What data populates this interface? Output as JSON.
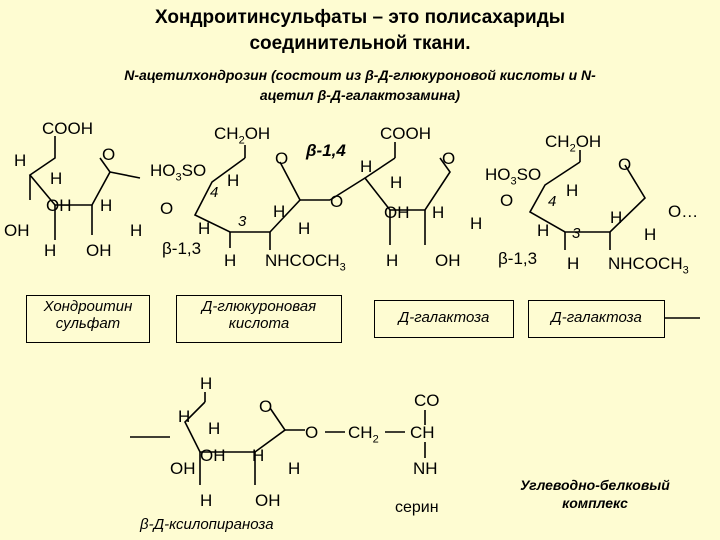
{
  "title_line1": "Хондроитинсульфаты – это полисахариды",
  "title_line2": "соединительной ткани.",
  "subtitle_line1": "N-ацетилхондрозин (состоит из β-Д-глюкуроновой кислоты и N-",
  "subtitle_line2": "ацетил β-Д-галактозамина)",
  "atoms": {
    "cooh": "COOH",
    "ch2oh": "CH",
    "ch2oh_sub": "2",
    "ch2oh_tail": "OH",
    "o": "O",
    "h": "H",
    "oh": "OH",
    "ho3so_main": "HO",
    "ho3so_sub": "3",
    "ho3so_tail": "SO",
    "nhcoch3_main": "NHCOCH",
    "nhcoch3_sub": "3",
    "num4": "4",
    "num3": "3",
    "link_14": "β-1,4",
    "link_13": "β-1,3",
    "o_end": "O…",
    "co": "CO",
    "ch2_main": "CH",
    "ch2_sub": "2",
    "ch": "CH",
    "nh": "NH",
    "o_link": "O"
  },
  "boxes": {
    "box1_l1": "Хондроитин",
    "box1_l2": "сульфат",
    "box2_l1": "Д-глюкуроновая",
    "box2_l2": "кислота",
    "box3": "Д-галактоза",
    "box4": "Д-галактоза"
  },
  "captions": {
    "xylopyranose": "β-Д-ксилопираноза",
    "serine": "серин",
    "complex_l1": "Углеводно-белковый",
    "complex_l2": "комплекс"
  }
}
